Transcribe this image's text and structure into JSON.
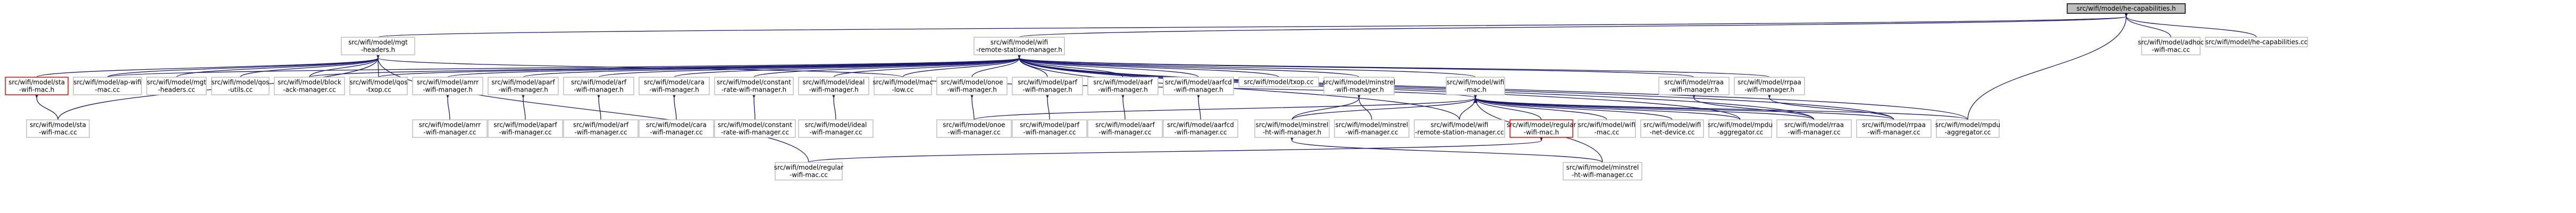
{
  "nodes": [
    {
      "id": "root",
      "lines": [
        "src/wifi/model/he-capabilities.h"
      ],
      "style": "root"
    },
    {
      "id": "mgt",
      "lines": [
        "src/wifi/model/mgt",
        "-headers.h"
      ],
      "style": "normal"
    },
    {
      "id": "rsm",
      "lines": [
        "src/wifi/model/wifi",
        "-remote-station-manager.h"
      ],
      "style": "normal"
    },
    {
      "id": "adhoc",
      "lines": [
        "src/wifi/model/adhoc",
        "-wifi-mac.cc"
      ],
      "style": "normal"
    },
    {
      "id": "hecap",
      "lines": [
        "src/wifi/model/he-capabilities.cc"
      ],
      "style": "normal"
    },
    {
      "id": "stah",
      "lines": [
        "src/wifi/model/sta",
        "-wifi-mac.h"
      ],
      "style": "red"
    },
    {
      "id": "ap",
      "lines": [
        "src/wifi/model/ap-wifi",
        "-mac.cc"
      ],
      "style": "normal"
    },
    {
      "id": "mgtcc",
      "lines": [
        "src/wifi/model/mgt",
        "-headers.cc"
      ],
      "style": "normal"
    },
    {
      "id": "qos",
      "lines": [
        "src/wifi/model/qos",
        "-utils.cc"
      ],
      "style": "normal"
    },
    {
      "id": "block",
      "lines": [
        "src/wifi/model/block",
        "-ack-manager.cc"
      ],
      "style": "normal"
    },
    {
      "id": "qostxop",
      "lines": [
        "src/wifi/model/qos",
        "-txop.cc"
      ],
      "style": "normal"
    },
    {
      "id": "amrrh",
      "lines": [
        "src/wifi/model/amrr",
        "-wifi-manager.h"
      ],
      "style": "normal"
    },
    {
      "id": "aparfh",
      "lines": [
        "src/wifi/model/aparf",
        "-wifi-manager.h"
      ],
      "style": "normal"
    },
    {
      "id": "arfh",
      "lines": [
        "src/wifi/model/arf",
        "-wifi-manager.h"
      ],
      "style": "normal"
    },
    {
      "id": "carah",
      "lines": [
        "src/wifi/model/cara",
        "-wifi-manager.h"
      ],
      "style": "normal"
    },
    {
      "id": "consth",
      "lines": [
        "src/wifi/model/constant",
        "-rate-wifi-manager.h"
      ],
      "style": "normal"
    },
    {
      "id": "idealh",
      "lines": [
        "src/wifi/model/ideal",
        "-wifi-manager.h"
      ],
      "style": "normal"
    },
    {
      "id": "maclow",
      "lines": [
        "src/wifi/model/mac",
        "-low.cc"
      ],
      "style": "normal"
    },
    {
      "id": "onoeh",
      "lines": [
        "src/wifi/model/onoe",
        "-wifi-manager.h"
      ],
      "style": "normal"
    },
    {
      "id": "parfh",
      "lines": [
        "src/wifi/model/parf",
        "-wifi-manager.h"
      ],
      "style": "normal"
    },
    {
      "id": "aarfh",
      "lines": [
        "src/wifi/model/aarf",
        "-wifi-manager.h"
      ],
      "style": "normal"
    },
    {
      "id": "aarfcdh",
      "lines": [
        "src/wifi/model/aarfcd",
        "-wifi-manager.h"
      ],
      "style": "normal"
    },
    {
      "id": "txop",
      "lines": [
        "src/wifi/model/txop.cc"
      ],
      "style": "normal"
    },
    {
      "id": "minstrelh",
      "lines": [
        "src/wifi/model/minstrel",
        "-wifi-manager.h"
      ],
      "style": "normal"
    },
    {
      "id": "wifimach",
      "lines": [
        "src/wifi/model/wifi",
        "-mac.h"
      ],
      "style": "normal"
    },
    {
      "id": "rraah",
      "lines": [
        "src/wifi/model/rraa",
        "-wifi-manager.h"
      ],
      "style": "normal"
    },
    {
      "id": "rrpaah",
      "lines": [
        "src/wifi/model/rrpaa",
        "-wifi-manager.h"
      ],
      "style": "normal"
    },
    {
      "id": "stacc",
      "lines": [
        "src/wifi/model/sta",
        "-wifi-mac.cc"
      ],
      "style": "normal"
    },
    {
      "id": "amrrcc",
      "lines": [
        "src/wifi/model/amrr",
        "-wifi-manager.cc"
      ],
      "style": "normal"
    },
    {
      "id": "aparfcc",
      "lines": [
        "src/wifi/model/aparf",
        "-wifi-manager.cc"
      ],
      "style": "normal"
    },
    {
      "id": "arfcc",
      "lines": [
        "src/wifi/model/arf",
        "-wifi-manager.cc"
      ],
      "style": "normal"
    },
    {
      "id": "caracc",
      "lines": [
        "src/wifi/model/cara",
        "-wifi-manager.cc"
      ],
      "style": "normal"
    },
    {
      "id": "constcc",
      "lines": [
        "src/wifi/model/constant",
        "-rate-wifi-manager.cc"
      ],
      "style": "normal"
    },
    {
      "id": "idealcc",
      "lines": [
        "src/wifi/model/ideal",
        "-wifi-manager.cc"
      ],
      "style": "normal"
    },
    {
      "id": "onoecc",
      "lines": [
        "src/wifi/model/onoe",
        "-wifi-manager.cc"
      ],
      "style": "normal"
    },
    {
      "id": "parfcc",
      "lines": [
        "src/wifi/model/parf",
        "-wifi-manager.cc"
      ],
      "style": "normal"
    },
    {
      "id": "aarfcc",
      "lines": [
        "src/wifi/model/aarf",
        "-wifi-manager.cc"
      ],
      "style": "normal"
    },
    {
      "id": "aarfcdcc",
      "lines": [
        "src/wifi/model/aarfcd",
        "-wifi-manager.cc"
      ],
      "style": "normal"
    },
    {
      "id": "minhtwh",
      "lines": [
        "src/wifi/model/minstrel",
        "-ht-wifi-manager.h"
      ],
      "style": "normal"
    },
    {
      "id": "mincc",
      "lines": [
        "src/wifi/model/minstrel",
        "-wifi-manager.cc"
      ],
      "style": "normal"
    },
    {
      "id": "rsmcc",
      "lines": [
        "src/wifi/model/wifi",
        "-remote-station-manager.cc"
      ],
      "style": "normal"
    },
    {
      "id": "regh",
      "lines": [
        "src/wifi/model/regular",
        "-wifi-mac.h"
      ],
      "style": "red"
    },
    {
      "id": "wifimaccc",
      "lines": [
        "src/wifi/model/wifi",
        "-mac.cc"
      ],
      "style": "normal"
    },
    {
      "id": "netdev",
      "lines": [
        "src/wifi/model/wifi",
        "-net-device.cc"
      ],
      "style": "normal"
    },
    {
      "id": "mpdu",
      "lines": [
        "src/wifi/model/mpdu",
        "-aggregator.cc"
      ],
      "style": "normal"
    },
    {
      "id": "rraacc",
      "lines": [
        "src/wifi/model/rraa",
        "-wifi-manager.cc"
      ],
      "style": "normal"
    },
    {
      "id": "rrpaacc",
      "lines": [
        "src/wifi/model/rrpaa",
        "-wifi-manager.cc"
      ],
      "style": "normal"
    },
    {
      "id": "mpdu2",
      "lines": [
        "src/wifi/model/mpdu",
        "-aggregator.cc"
      ],
      "style": "normal"
    },
    {
      "id": "regcc",
      "lines": [
        "src/wifi/model/regular",
        "-wifi-mac.cc"
      ],
      "style": "normal"
    },
    {
      "id": "minhtcc",
      "lines": [
        "src/wifi/model/minstrel",
        "-ht-wifi-manager.cc"
      ],
      "style": "normal"
    }
  ],
  "edges": [
    [
      "root",
      "mgt"
    ],
    [
      "root",
      "rsm"
    ],
    [
      "root",
      "adhoc"
    ],
    [
      "root",
      "hecap"
    ],
    [
      "root",
      "mpdu2"
    ],
    [
      "mgt",
      "stah"
    ],
    [
      "mgt",
      "ap"
    ],
    [
      "mgt",
      "mgtcc"
    ],
    [
      "mgt",
      "qos"
    ],
    [
      "mgt",
      "block"
    ],
    [
      "mgt",
      "qostxop"
    ],
    [
      "mgt",
      "stacc"
    ],
    [
      "mgt",
      "maclow"
    ],
    [
      "mgt",
      "regcc"
    ],
    [
      "stah",
      "stacc"
    ],
    [
      "rsm",
      "block"
    ],
    [
      "rsm",
      "qostxop"
    ],
    [
      "rsm",
      "amrrh"
    ],
    [
      "rsm",
      "aparfh"
    ],
    [
      "rsm",
      "arfh"
    ],
    [
      "rsm",
      "carah"
    ],
    [
      "rsm",
      "consth"
    ],
    [
      "rsm",
      "idealh"
    ],
    [
      "rsm",
      "maclow"
    ],
    [
      "rsm",
      "onoeh"
    ],
    [
      "rsm",
      "parfh"
    ],
    [
      "rsm",
      "aarfh"
    ],
    [
      "rsm",
      "aarfcdh"
    ],
    [
      "rsm",
      "txop"
    ],
    [
      "rsm",
      "minstrelh"
    ],
    [
      "rsm",
      "wifimach"
    ],
    [
      "rsm",
      "rraah"
    ],
    [
      "rsm",
      "rrpaah"
    ],
    [
      "rsm",
      "rsmcc"
    ],
    [
      "rsm",
      "mpdu"
    ],
    [
      "rsm",
      "rraacc"
    ],
    [
      "rsm",
      "rrpaacc"
    ],
    [
      "rsm",
      "mpdu2"
    ],
    [
      "rsm",
      "ap"
    ],
    [
      "amrrh",
      "amrrcc"
    ],
    [
      "aparfh",
      "aparfcc"
    ],
    [
      "arfh",
      "arfcc"
    ],
    [
      "carah",
      "caracc"
    ],
    [
      "consth",
      "constcc"
    ],
    [
      "idealh",
      "idealcc"
    ],
    [
      "onoeh",
      "onoecc"
    ],
    [
      "parfh",
      "parfcc"
    ],
    [
      "aarfh",
      "aarfcc"
    ],
    [
      "aarfcdh",
      "aarfcdcc"
    ],
    [
      "minstrelh",
      "minhtwh"
    ],
    [
      "minstrelh",
      "mincc"
    ],
    [
      "minhtwh",
      "minhtcc"
    ],
    [
      "wifimach",
      "maclow"
    ],
    [
      "wifimach",
      "minhtwh"
    ],
    [
      "wifimach",
      "regh"
    ],
    [
      "wifimach",
      "wifimaccc"
    ],
    [
      "wifimach",
      "netdev"
    ],
    [
      "wifimach",
      "mpdu"
    ],
    [
      "wifimach",
      "rraacc"
    ],
    [
      "wifimach",
      "rrpaacc"
    ],
    [
      "wifimach",
      "mpdu2"
    ],
    [
      "wifimach",
      "minhtcc"
    ],
    [
      "wifimach",
      "rsmcc"
    ],
    [
      "wifimach",
      "onoecc"
    ],
    [
      "rraah",
      "rraacc"
    ],
    [
      "rrpaah",
      "rrpaacc"
    ],
    [
      "regh",
      "regcc"
    ]
  ]
}
